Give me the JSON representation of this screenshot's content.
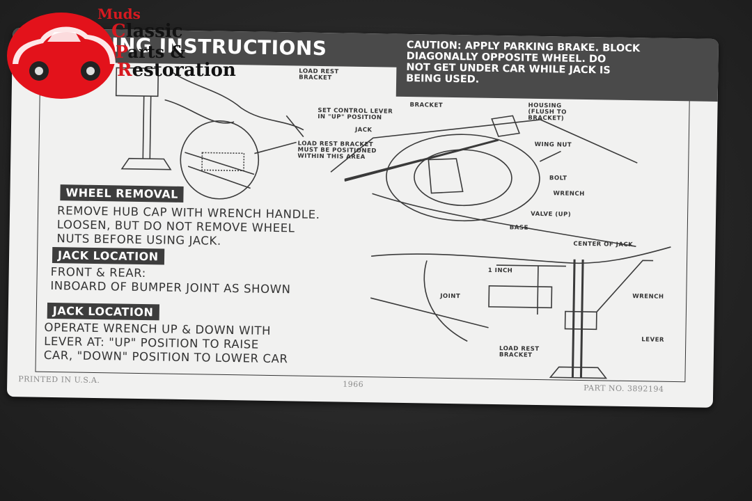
{
  "decal": {
    "title": "KING INSTRUCTIONS",
    "caution": "CAUTION: APPLY PARKING BRAKE. BLOCK\nDIAGONALLY OPPOSITE WHEEL. DO\nNOT GET UNDER CAR WHILE JACK IS\nBEING USED.",
    "sections": [
      {
        "label": "WHEEL REMOVAL",
        "text": "REMOVE HUB CAP WITH WRENCH HANDLE.\nLOOSEN, BUT DO NOT REMOVE WHEEL\nNUTS BEFORE USING JACK."
      },
      {
        "label": "JACK LOCATION",
        "text": "FRONT & REAR:\nINBOARD OF BUMPER JOINT AS SHOWN"
      },
      {
        "label": "JACK LOCATION",
        "text": "OPERATE WRENCH UP & DOWN WITH\nLEVER AT: \"UP\" POSITION TO RAISE\nCAR, \"DOWN\" POSITION TO LOWER CAR"
      }
    ],
    "callouts": {
      "load_rest_bracket_top": "LOAD REST\nBRACKET",
      "set_control_lever": "SET CONTROL LEVER\nIN \"UP\" POSITION",
      "jack": "JACK",
      "load_rest_bracket_area": "LOAD REST BRACKET\nMUST BE POSITIONED\nWITHIN THIS AREA",
      "bracket": "BRACKET",
      "housing": "HOUSING\n(FLUSH TO\nBRACKET)",
      "wing_nut": "WING NUT",
      "bolt": "BOLT",
      "wrench_mid": "WRENCH",
      "valve_up": "VALVE (UP)",
      "base": "BASE",
      "center_of_jack": "CENTER OF JACK",
      "one_inch": "1 INCH",
      "joint": "JOINT",
      "wrench_low": "WRENCH",
      "lever": "LEVER",
      "load_rest_bracket_low": "LOAD REST\nBRACKET"
    },
    "footer": {
      "printed": "PRINTED IN U.S.A.",
      "year": "1966",
      "part_no": "PART NO. 3892194"
    }
  },
  "logo": {
    "line1": "Muds",
    "line2_cap": "C",
    "line2_rest": "lassic",
    "line3_cap": "P",
    "line3_rest": "arts &",
    "line4_cap": "R",
    "line4_rest": "estoration",
    "car_color": "#e3121b"
  },
  "colors": {
    "background": "#262626",
    "decal": "#f1f1f0",
    "header": "#4a4a4a",
    "ink": "#333333"
  }
}
